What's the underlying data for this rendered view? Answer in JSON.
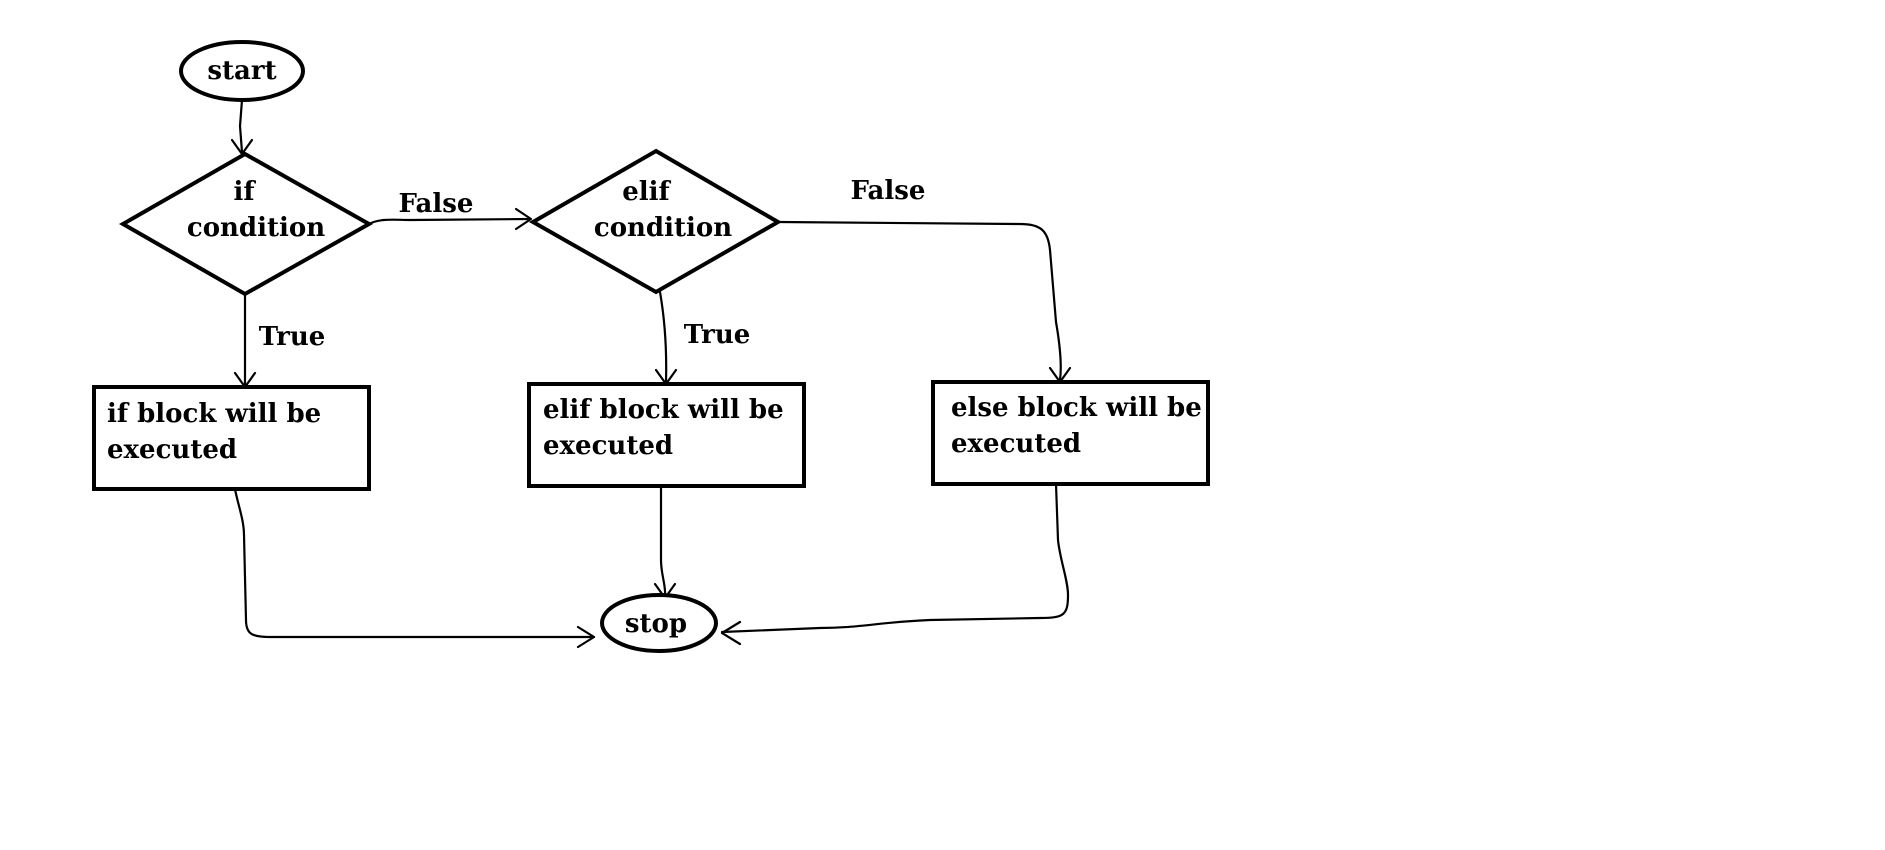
{
  "nodes": {
    "start": {
      "label": "start"
    },
    "if_condition": {
      "lines": [
        "if",
        "condition"
      ]
    },
    "elif_condition": {
      "lines": [
        "elif",
        "condition"
      ]
    },
    "if_block": {
      "lines": [
        "if block will be",
        "executed"
      ]
    },
    "elif_block": {
      "lines": [
        "elif block will be",
        "executed"
      ]
    },
    "else_block": {
      "lines": [
        "else block will be",
        "executed"
      ]
    },
    "stop": {
      "label": "stop"
    }
  },
  "edges": {
    "if_false": "False",
    "if_true": "True",
    "elif_false": "False",
    "elif_true": "True"
  }
}
